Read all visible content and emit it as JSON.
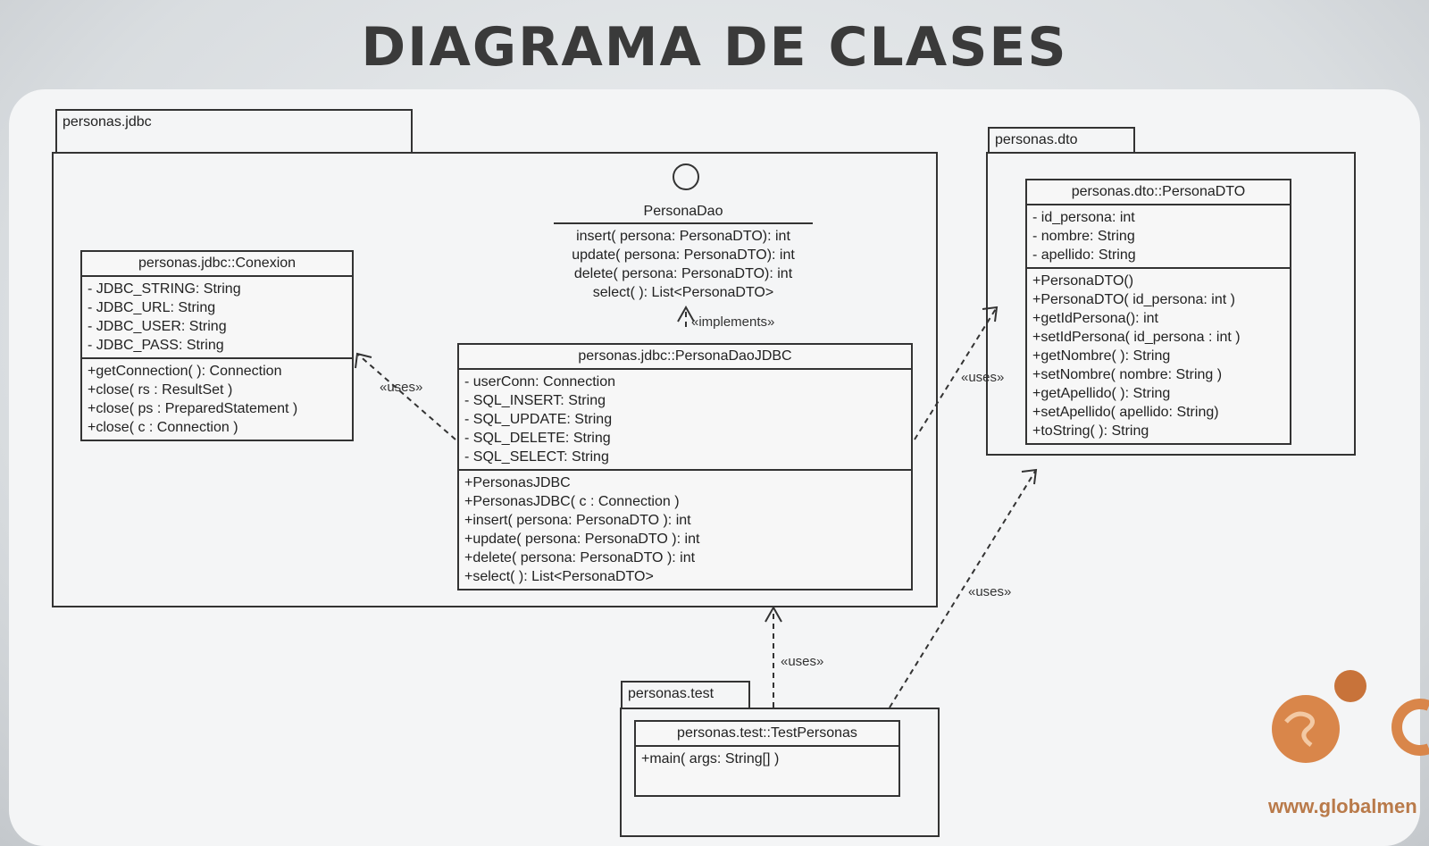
{
  "title": "DIAGRAMA DE CLASES",
  "packages": {
    "jdbc": "personas.jdbc",
    "dto": "personas.dto",
    "test": "personas.test"
  },
  "conexion": {
    "name": "personas.jdbc::Conexion",
    "attributes": [
      "- JDBC_STRING: String",
      "- JDBC_URL: String",
      "- JDBC_USER: String",
      "- JDBC_PASS: String"
    ],
    "operations": [
      "+getConnection( ): Connection",
      "+close( rs : ResultSet )",
      "+close( ps : PreparedStatement )",
      "+close( c : Connection )"
    ]
  },
  "persona_dao": {
    "name": "PersonaDao",
    "operations": [
      "insert( persona: PersonaDTO): int",
      "update( persona: PersonaDTO): int",
      "delete( persona: PersonaDTO): int",
      "select( ): List<PersonaDTO>"
    ]
  },
  "persona_dao_jdbc": {
    "name": "personas.jdbc::PersonaDaoJDBC",
    "attributes": [
      "- userConn: Connection",
      "- SQL_INSERT: String",
      "- SQL_UPDATE: String",
      "- SQL_DELETE: String",
      "- SQL_SELECT: String"
    ],
    "operations": [
      "+PersonasJDBC",
      "+PersonasJDBC( c : Connection )",
      "+insert( persona: PersonaDTO ): int",
      "+update( persona: PersonaDTO ): int",
      "+delete( persona: PersonaDTO ): int",
      "+select( ): List<PersonaDTO>"
    ]
  },
  "persona_dto": {
    "name": "personas.dto::PersonaDTO",
    "attributes": [
      "- id_persona: int",
      "- nombre: String",
      "- apellido: String"
    ],
    "operations": [
      "+PersonaDTO()",
      "+PersonaDTO( id_persona: int )",
      "+getIdPersona(): int",
      "+setIdPersona( id_persona : int )",
      "+getNombre( ): String",
      "+setNombre( nombre: String )",
      "+getApellido( ): String",
      "+setApellido( apellido: String)",
      "+toString( ): String"
    ]
  },
  "test_personas": {
    "name": "personas.test::TestPersonas",
    "operations": [
      "+main( args: String[] )"
    ]
  },
  "stereotypes": {
    "uses": "«uses»",
    "implements": "«implements»"
  },
  "logo": {
    "text": "www.globalmen",
    "icon": "globe-icon"
  }
}
